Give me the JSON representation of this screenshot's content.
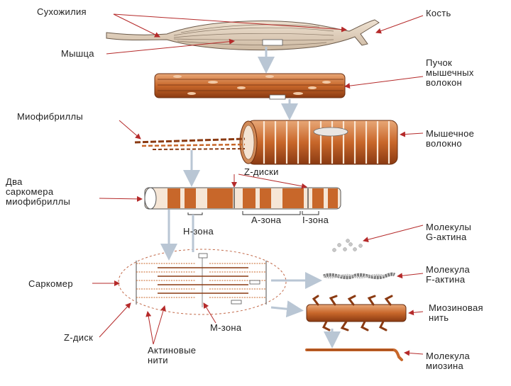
{
  "colors": {
    "muscle": "#c8672a",
    "muscle_dark": "#8a3a12",
    "muscle_light": "#f2c9a6",
    "tendon": "#e9dccb",
    "arrow_red": "#b52a2a",
    "arrow_gray": "#b9c6d4",
    "text": "#222222"
  },
  "labels": {
    "tendons": "Сухожилия",
    "muscle": "Мышца",
    "bone": "Кость",
    "bundle": "Пучок\nмышечных\nволокон",
    "myofibrils": "Миофибриллы",
    "fiber": "Мышечное\nволокно",
    "z_discs": "Z-диски",
    "two_sarcomeres": "Два\nсаркомера\nмиофибриллы",
    "h_zone": "Н-зона",
    "a_zone": "А-зона",
    "i_zone": "I-зона",
    "g_actin": "Молекулы\nG-актина",
    "sarcomere": "Саркомер",
    "f_actin": "Молекула\nF-актина",
    "myosin_filament": "Миозиновая\n нить",
    "z_disc": "Z-диск",
    "m_zone": "М-зона",
    "actin_filaments": "Актиновые\nнити",
    "myosin_molecule": "Молекула\nмиозина"
  }
}
